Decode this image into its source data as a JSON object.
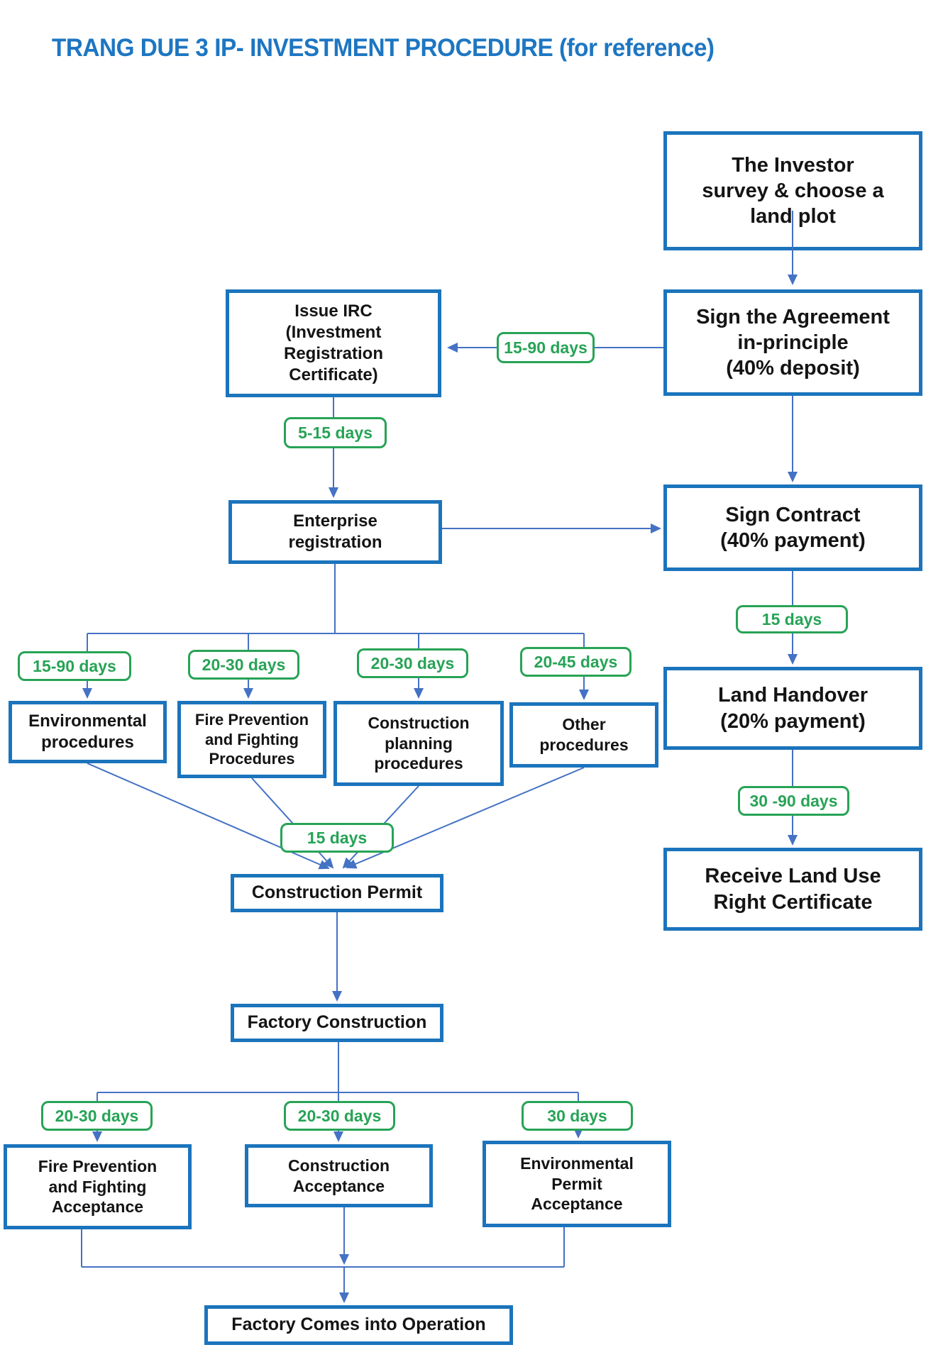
{
  "title": "TRANG DUE 3 IP- INVESTMENT PROCEDURE (for reference)",
  "colors": {
    "title_blue": "#1d76c2",
    "box_border_blue": "#1b74bc",
    "connector_blue": "#4472c4",
    "duration_green": "#27a356",
    "text_black": "#141414",
    "background": "#ffffff"
  },
  "nodes": {
    "investor": {
      "label": "The Investor\nsurvey & choose a\nland plot"
    },
    "sign_agreement": {
      "label": "Sign the Agreement\nin-principle\n(40% deposit)"
    },
    "sign_contract": {
      "label": "Sign Contract\n(40% payment)"
    },
    "land_handover": {
      "label": "Land Handover\n(20% payment)"
    },
    "receive_certificate": {
      "label": "Receive Land Use\nRight Certificate"
    },
    "issue_irc": {
      "label": "Issue IRC\n(Investment\nRegistration\nCertificate)"
    },
    "enterprise_registration": {
      "label": "Enterprise\nregistration"
    },
    "environmental_procedures": {
      "label": "Environmental\nprocedures"
    },
    "fire_prevention_procedures": {
      "label": "Fire Prevention\nand Fighting\nProcedures"
    },
    "construction_planning_procedures": {
      "label": "Construction\nplanning\nprocedures"
    },
    "other_procedures": {
      "label": "Other\nprocedures"
    },
    "construction_permit": {
      "label": "Construction Permit"
    },
    "factory_construction": {
      "label": "Factory Construction"
    },
    "fire_fighting_acceptance": {
      "label": "Fire Prevention\nand Fighting\nAcceptance"
    },
    "construction_acceptance": {
      "label": "Construction\nAcceptance"
    },
    "environmental_permit_acceptance": {
      "label": "Environmental\nPermit\nAcceptance"
    },
    "factory_operation": {
      "label": "Factory Comes into Operation"
    }
  },
  "durations": {
    "irc_processing": "15-90 days",
    "enterprise_registration": "5-15 days",
    "contract_to_handover": "15 days",
    "handover_to_certificate": "30 -90 days",
    "environmental": "15-90 days",
    "fire_prevention": "20-30 days",
    "construction_planning": "20-30 days",
    "other": "20-45 days",
    "construction_permit": "15 days",
    "fire_acceptance": "20-30 days",
    "construction_acceptance": "20-30 days",
    "environmental_acceptance": "30 days"
  }
}
